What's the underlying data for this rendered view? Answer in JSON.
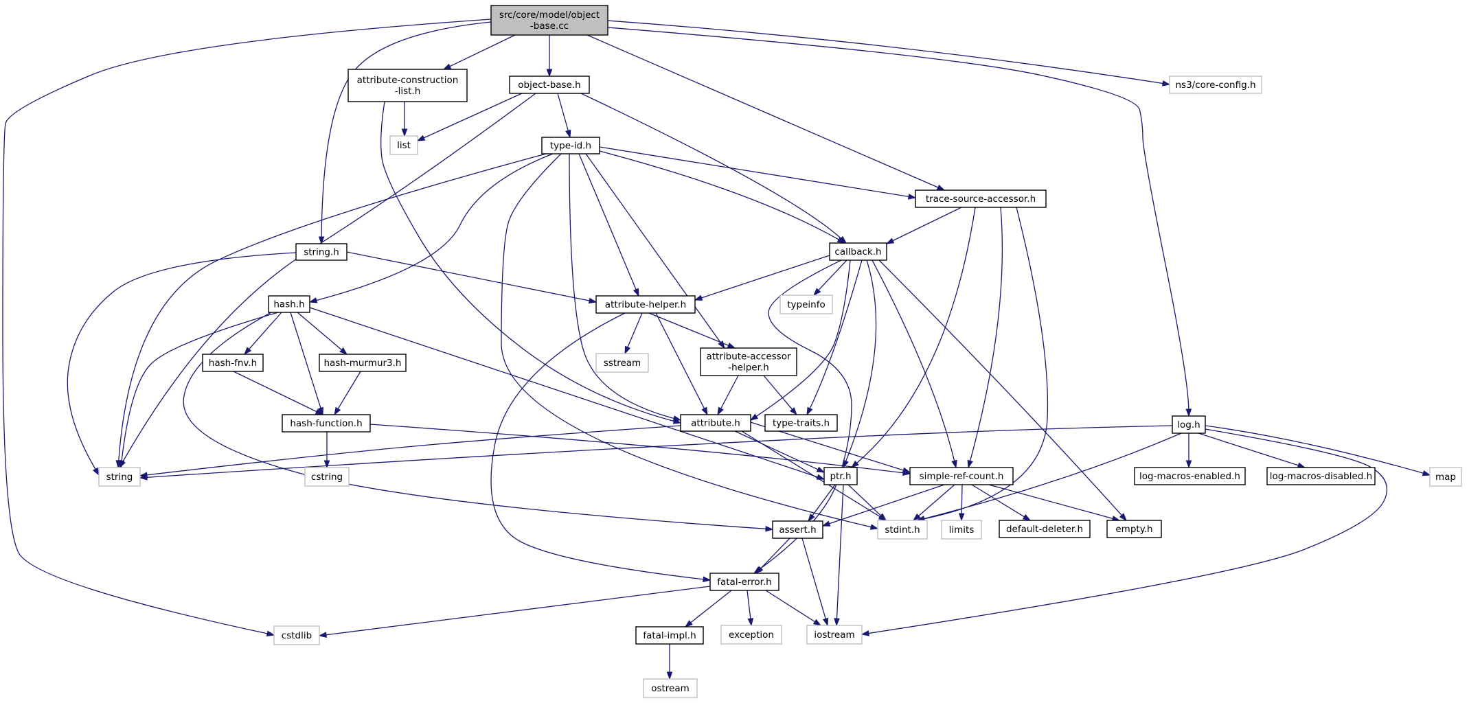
{
  "diagram": {
    "title": "",
    "colors": {
      "edge": "#191970",
      "root_fill": "#bfbfbf",
      "node_border": "#000000",
      "system_border": "#bfbfbf"
    },
    "nodes": [
      {
        "id": "root",
        "kind": "root",
        "lines": [
          "src/core/model/object",
          "-base.cc"
        ]
      },
      {
        "id": "acl",
        "kind": "doc",
        "lines": [
          "attribute-construction",
          "-list.h"
        ]
      },
      {
        "id": "objbase",
        "kind": "doc",
        "lines": [
          "object-base.h"
        ]
      },
      {
        "id": "coreconfig",
        "kind": "sys",
        "lines": [
          "ns3/core-config.h"
        ]
      },
      {
        "id": "list",
        "kind": "sys",
        "lines": [
          "list"
        ]
      },
      {
        "id": "typeid",
        "kind": "doc",
        "lines": [
          "type-id.h"
        ]
      },
      {
        "id": "tsa",
        "kind": "doc",
        "lines": [
          "trace-source-accessor.h"
        ]
      },
      {
        "id": "stringh",
        "kind": "doc",
        "lines": [
          "string.h"
        ]
      },
      {
        "id": "callback",
        "kind": "doc",
        "lines": [
          "callback.h"
        ]
      },
      {
        "id": "hash",
        "kind": "doc",
        "lines": [
          "hash.h"
        ]
      },
      {
        "id": "attrhelper",
        "kind": "doc",
        "lines": [
          "attribute-helper.h"
        ]
      },
      {
        "id": "typeinfo",
        "kind": "sys",
        "lines": [
          "typeinfo"
        ]
      },
      {
        "id": "hashfnv",
        "kind": "doc",
        "lines": [
          "hash-fnv.h"
        ]
      },
      {
        "id": "hashmurmur",
        "kind": "doc",
        "lines": [
          "hash-murmur3.h"
        ]
      },
      {
        "id": "sstream",
        "kind": "sys",
        "lines": [
          "sstream"
        ]
      },
      {
        "id": "aah",
        "kind": "doc",
        "lines": [
          "attribute-accessor",
          "-helper.h"
        ]
      },
      {
        "id": "hashfunc",
        "kind": "doc",
        "lines": [
          "hash-function.h"
        ]
      },
      {
        "id": "attribute",
        "kind": "doc",
        "lines": [
          "attribute.h"
        ]
      },
      {
        "id": "typetraits",
        "kind": "doc",
        "lines": [
          "type-traits.h"
        ]
      },
      {
        "id": "log",
        "kind": "doc",
        "lines": [
          "log.h"
        ]
      },
      {
        "id": "string",
        "kind": "sys",
        "lines": [
          "string"
        ]
      },
      {
        "id": "cstring",
        "kind": "sys",
        "lines": [
          "cstring"
        ]
      },
      {
        "id": "ptr",
        "kind": "doc",
        "lines": [
          "ptr.h"
        ]
      },
      {
        "id": "src",
        "kind": "doc",
        "lines": [
          "simple-ref-count.h"
        ]
      },
      {
        "id": "logen",
        "kind": "doc",
        "lines": [
          "log-macros-enabled.h"
        ]
      },
      {
        "id": "logdis",
        "kind": "doc",
        "lines": [
          "log-macros-disabled.h"
        ]
      },
      {
        "id": "map",
        "kind": "sys",
        "lines": [
          "map"
        ]
      },
      {
        "id": "assert",
        "kind": "doc",
        "lines": [
          "assert.h"
        ]
      },
      {
        "id": "stdint",
        "kind": "sys",
        "lines": [
          "stdint.h"
        ]
      },
      {
        "id": "limits",
        "kind": "sys",
        "lines": [
          "limits"
        ]
      },
      {
        "id": "defdel",
        "kind": "doc",
        "lines": [
          "default-deleter.h"
        ]
      },
      {
        "id": "empty",
        "kind": "doc",
        "lines": [
          "empty.h"
        ]
      },
      {
        "id": "fatalerror",
        "kind": "doc",
        "lines": [
          "fatal-error.h"
        ]
      },
      {
        "id": "cstdlib",
        "kind": "sys",
        "lines": [
          "cstdlib"
        ]
      },
      {
        "id": "fatalimpl",
        "kind": "doc",
        "lines": [
          "fatal-impl.h"
        ]
      },
      {
        "id": "exception",
        "kind": "sys",
        "lines": [
          "exception"
        ]
      },
      {
        "id": "iostream",
        "kind": "sys",
        "lines": [
          "iostream"
        ]
      },
      {
        "id": "ostream",
        "kind": "sys",
        "lines": [
          "ostream"
        ]
      }
    ],
    "edges": [
      [
        "root",
        "acl"
      ],
      [
        "root",
        "objbase"
      ],
      [
        "root",
        "coreconfig"
      ],
      [
        "root",
        "stringh"
      ],
      [
        "root",
        "tsa"
      ],
      [
        "root",
        "log"
      ],
      [
        "root",
        "cstdlib"
      ],
      [
        "acl",
        "list"
      ],
      [
        "acl",
        "attribute"
      ],
      [
        "objbase",
        "list"
      ],
      [
        "objbase",
        "typeid"
      ],
      [
        "objbase",
        "callback"
      ],
      [
        "objbase",
        "string"
      ],
      [
        "typeid",
        "tsa"
      ],
      [
        "typeid",
        "callback"
      ],
      [
        "typeid",
        "attrhelper"
      ],
      [
        "typeid",
        "aah"
      ],
      [
        "typeid",
        "attribute"
      ],
      [
        "typeid",
        "hash"
      ],
      [
        "typeid",
        "string"
      ],
      [
        "typeid",
        "stdint"
      ],
      [
        "tsa",
        "callback"
      ],
      [
        "tsa",
        "ptr"
      ],
      [
        "tsa",
        "src"
      ],
      [
        "tsa",
        "stdint"
      ],
      [
        "stringh",
        "attrhelper"
      ],
      [
        "stringh",
        "string"
      ],
      [
        "callback",
        "attrhelper"
      ],
      [
        "callback",
        "typeinfo"
      ],
      [
        "callback",
        "attribute"
      ],
      [
        "callback",
        "typetraits"
      ],
      [
        "callback",
        "ptr"
      ],
      [
        "callback",
        "src"
      ],
      [
        "callback",
        "empty"
      ],
      [
        "callback",
        "fatalerror"
      ],
      [
        "hash",
        "hashfnv"
      ],
      [
        "hash",
        "hashmurmur"
      ],
      [
        "hash",
        "hashfunc"
      ],
      [
        "hash",
        "string"
      ],
      [
        "hash",
        "ptr"
      ],
      [
        "hash",
        "assert"
      ],
      [
        "attrhelper",
        "sstream"
      ],
      [
        "attrhelper",
        "aah"
      ],
      [
        "attrhelper",
        "attribute"
      ],
      [
        "attrhelper",
        "fatalerror"
      ],
      [
        "hashfnv",
        "hashfunc"
      ],
      [
        "hashmurmur",
        "hashfunc"
      ],
      [
        "hashfunc",
        "cstring"
      ],
      [
        "hashfunc",
        "src"
      ],
      [
        "aah",
        "attribute"
      ],
      [
        "aah",
        "typetraits"
      ],
      [
        "attribute",
        "string"
      ],
      [
        "attribute",
        "ptr"
      ],
      [
        "attribute",
        "src"
      ],
      [
        "attribute",
        "stdint"
      ],
      [
        "log",
        "string"
      ],
      [
        "log",
        "logen"
      ],
      [
        "log",
        "logdis"
      ],
      [
        "log",
        "map"
      ],
      [
        "log",
        "stdint"
      ],
      [
        "log",
        "iostream"
      ],
      [
        "ptr",
        "assert"
      ],
      [
        "ptr",
        "stdint"
      ],
      [
        "ptr",
        "iostream"
      ],
      [
        "src",
        "assert"
      ],
      [
        "src",
        "stdint"
      ],
      [
        "src",
        "limits"
      ],
      [
        "src",
        "defdel"
      ],
      [
        "src",
        "empty"
      ],
      [
        "assert",
        "fatalerror"
      ],
      [
        "assert",
        "iostream"
      ],
      [
        "fatalerror",
        "cstdlib"
      ],
      [
        "fatalerror",
        "fatalimpl"
      ],
      [
        "fatalerror",
        "exception"
      ],
      [
        "fatalerror",
        "iostream"
      ],
      [
        "fatalimpl",
        "ostream"
      ]
    ]
  }
}
